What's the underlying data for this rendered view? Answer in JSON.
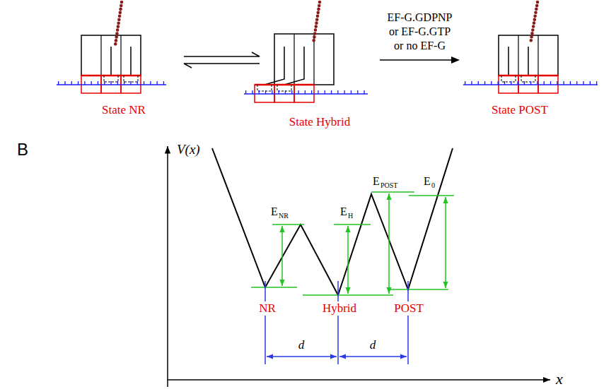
{
  "diagram": {
    "nodes": [
      {
        "text": [
          "State NR"
        ]
      },
      {
        "text": [
          "State Hybrid"
        ]
      },
      {
        "text": [
          "State POST"
        ]
      }
    ],
    "edges": [
      {
        "from": 0,
        "to": 1,
        "arrow": "both"
      },
      {
        "from": 1,
        "to": 2,
        "arrow": "to",
        "label": "EF-G.GDPNP or EF-G.GTP or no EF-G"
      }
    ],
    "labels": [
      "B",
      "V(x)",
      "x",
      "E",
      "NR",
      "E",
      "H",
      "E",
      "POST",
      "E",
      "0",
      "NR",
      "Hybrid",
      "POST",
      "d",
      "d"
    ]
  }
}
